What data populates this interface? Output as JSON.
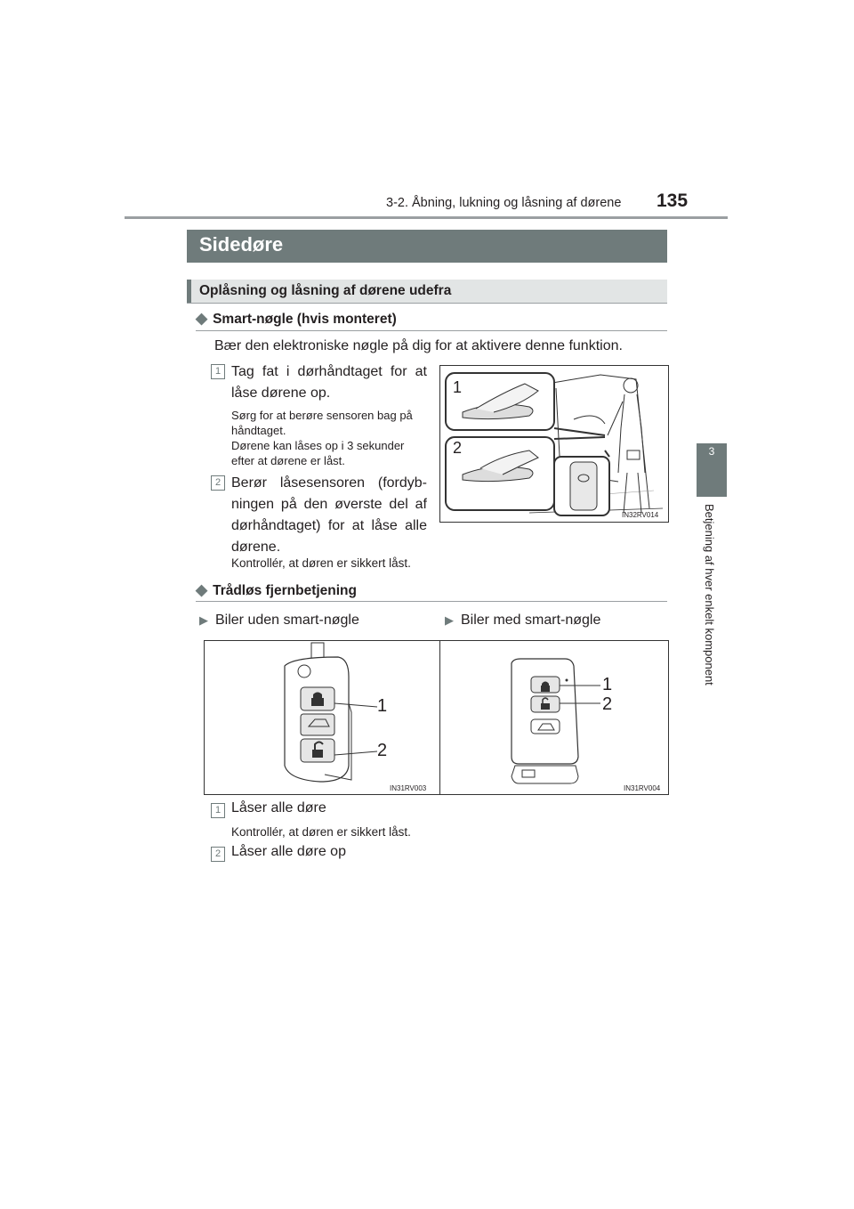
{
  "header": {
    "section": "3-2. Åbning, lukning og låsning af dørene",
    "page_number": "135"
  },
  "side_tab": {
    "chapter_number": "3",
    "chapter_title": "Betjening af hver enkelt komponent"
  },
  "main_title": "Sidedøre",
  "subsection_title": "Oplåsning og låsning af dørene udefra",
  "smart_key": {
    "heading": "Smart-nøgle (hvis monteret)",
    "intro": "Bær den elektroniske nøgle på dig for at aktivere denne funktion.",
    "step1_num": "1",
    "step1_text": "Tag fat i dørhåndtaget for at låse dørene op.",
    "step1_note_a": "Sørg for at berøre sensoren bag på håndtaget.",
    "step1_note_b": "Dørene kan låses op i 3 sekunder efter at dørene er låst.",
    "step2_num": "2",
    "step2_text": "Berør låsesensoren (fordyb-ningen på den øverste del af dørhåndtaget) for at låse alle dørene.",
    "step2_note": "Kontrollér, at døren er sikkert låst.",
    "figure_code": "IN32RV014",
    "figure_callout_1": "1",
    "figure_callout_2": "2"
  },
  "remote": {
    "heading": "Trådløs fjernbetjening",
    "left_label": "Biler uden smart-nøgle",
    "right_label": "Biler med smart-nøgle",
    "left_figure_code": "IN31RV003",
    "right_figure_code": "IN31RV004",
    "callout_1": "1",
    "callout_2": "2",
    "item1_num": "1",
    "item1_text": "Låser alle døre",
    "item1_note": "Kontrollér, at døren er sikkert låst.",
    "item2_num": "2",
    "item2_text": "Låser alle døre op"
  }
}
